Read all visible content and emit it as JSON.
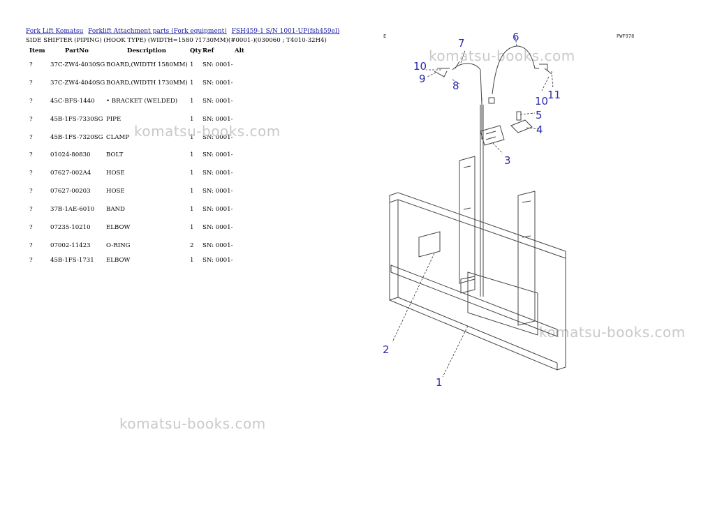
{
  "breadcrumb": {
    "links": [
      "Fork Lift Komatsu",
      "Forklift Attachment parts (Fork equipment)",
      "FSH459-1 S/N 1001-UP(fsh459el)"
    ]
  },
  "subtitle": "SIDE SHIFTER (PIPING) (HOOK TYPE) (WIDTH=1580 ?1730MM)(#0001-)(030060 ; T4010-32H4)",
  "table": {
    "headers": {
      "item": "Item",
      "partno": "PartNo",
      "description": "Description",
      "qty": "Qty",
      "ref": "Ref",
      "alt": "Alt"
    },
    "rows": [
      {
        "item": "?",
        "partno": "37C-ZW4-4030SG",
        "description": "BOARD,(WIDTH 1580MM)",
        "qty": "1",
        "ref": "SN: 0001-"
      },
      {
        "item": "?",
        "partno": "37C-ZW4-4040SG",
        "description": "BOARD,(WIDTH 1730MM)",
        "qty": "1",
        "ref": "SN: 0001-"
      },
      {
        "item": "?",
        "partno": "45C-BFS-1440",
        "description": "• BRACKET (WELDED)",
        "qty": "1",
        "ref": "SN: 0001-"
      },
      {
        "item": "?",
        "partno": "45B-1FS-7330SG",
        "description": "PIPE",
        "qty": "1",
        "ref": "SN: 0001-"
      },
      {
        "item": "?",
        "partno": "45B-1FS-7320SG",
        "description": "CLAMP",
        "qty": "1",
        "ref": "SN: 0001-"
      },
      {
        "item": "?",
        "partno": "01024-80830",
        "description": "BOLT",
        "qty": "1",
        "ref": "SN: 0001-"
      },
      {
        "item": "?",
        "partno": "07627-002A4",
        "description": "HOSE",
        "qty": "1",
        "ref": "SN: 0001-"
      },
      {
        "item": "?",
        "partno": "07627-00203",
        "description": "HOSE",
        "qty": "1",
        "ref": "SN: 0001-"
      },
      {
        "item": "?",
        "partno": "37B-1AE-6010",
        "description": "BAND",
        "qty": "1",
        "ref": "SN: 0001-"
      },
      {
        "item": "?",
        "partno": "07235-10210",
        "description": "ELBOW",
        "qty": "1",
        "ref": "SN: 0001-"
      },
      {
        "item": "?",
        "partno": "07002-11423",
        "description": "O-RING",
        "qty": "2",
        "ref": "SN: 0001-"
      },
      {
        "item": "?",
        "partno": "45B-1FS-1731",
        "description": "ELBOW",
        "qty": "1",
        "ref": "SN: 0001-"
      }
    ]
  },
  "watermark": "komatsu-books.com",
  "diagram": {
    "corner_left": "E",
    "corner_right": "PWF978",
    "callouts": [
      "1",
      "2",
      "3",
      "4",
      "5",
      "6",
      "7",
      "8",
      "9",
      "10",
      "10",
      "11"
    ],
    "callout_color": "#2a2ab0"
  }
}
